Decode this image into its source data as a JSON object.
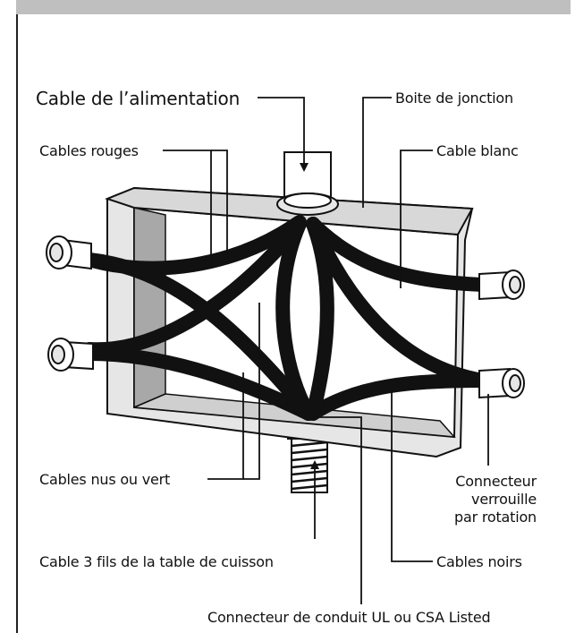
{
  "labels": {
    "power_cable": "Cable de l’alimentation",
    "junction_box": "Boite de jonction",
    "red_cables": "Cables rouges",
    "white_cable": "Cable blanc",
    "bare_or_green_cables": "Cables nus ou vert",
    "twist_connector_line1": "Connecteur",
    "twist_connector_line2": "verrouille",
    "twist_connector_line3": "par rotation",
    "cooktop_cable": "Cable 3 fils de la table de cuisson",
    "black_cables": "Cables noirs",
    "conduit_connector": "Connecteur de conduit UL ou CSA Listed"
  },
  "colors": {
    "header_bar": "#bfbfbf",
    "box_face": "#e6e6e6",
    "box_inner_shadow": "#a8a8a8",
    "cable": "#111111",
    "line": "#111111"
  }
}
